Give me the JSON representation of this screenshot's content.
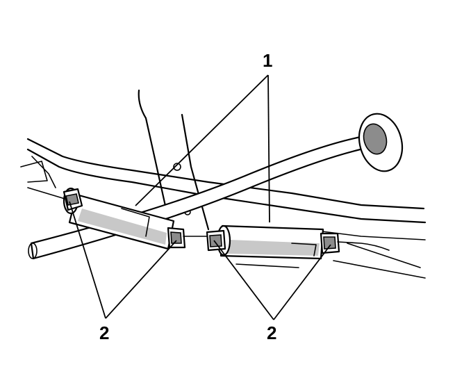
{
  "callouts": {
    "label_1": "1",
    "label_2_left": "2",
    "label_2_right": "2"
  },
  "colors": {
    "line": "#000000",
    "shade": "#c8c8c8",
    "background": "#ffffff"
  }
}
